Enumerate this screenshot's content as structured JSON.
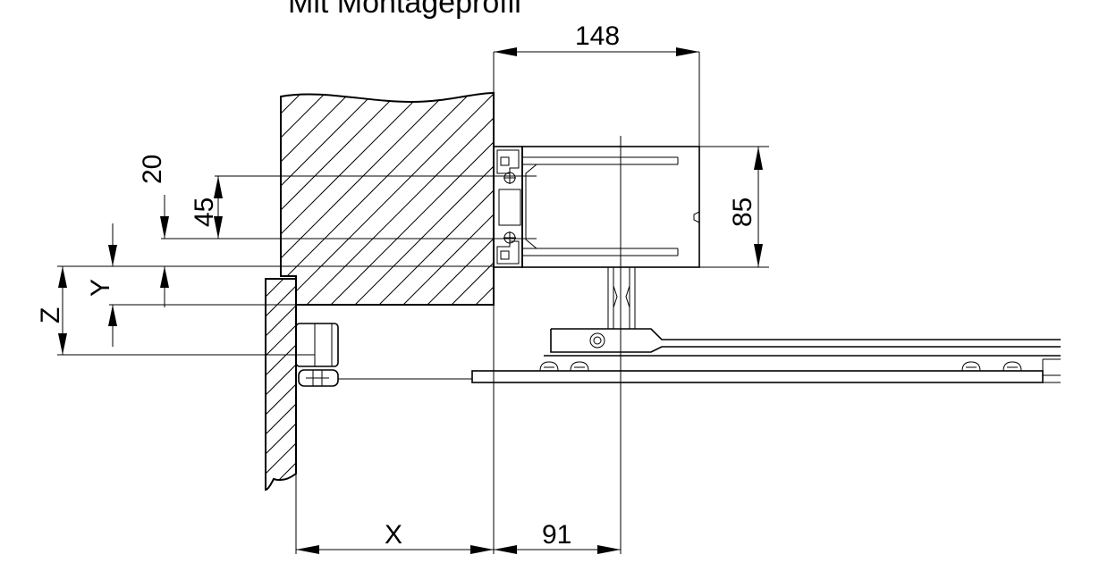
{
  "title": "Mit Montageprofil",
  "dimensions": {
    "width_top": "148",
    "profile_height": "85",
    "offset_20": "20",
    "offset_45": "45",
    "offset_y": "Y",
    "offset_z": "Z",
    "offset_x": "X",
    "offset_91": "91"
  }
}
